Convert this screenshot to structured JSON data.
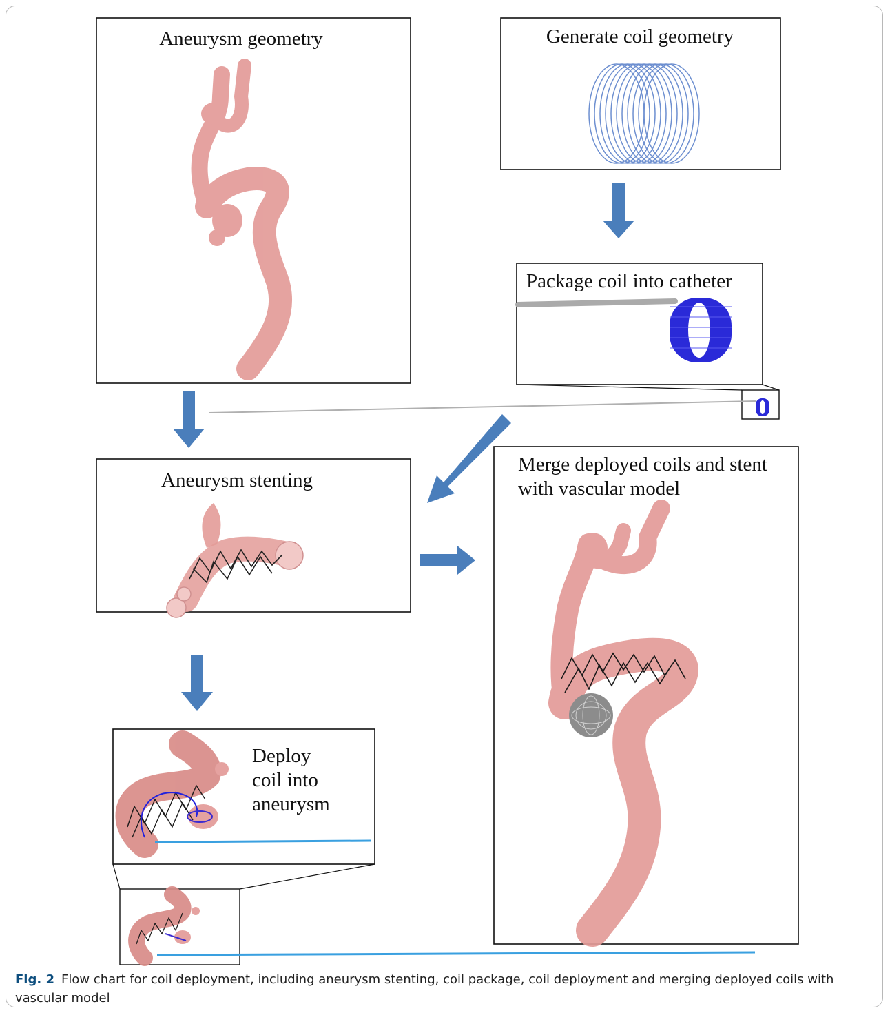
{
  "panels": {
    "aneurysm_geometry": "Aneurysm geometry",
    "generate_coil": "Generate coil geometry",
    "package_coil": "Package coil  into catheter",
    "aneurysm_stenting": "Aneurysm stenting",
    "merge_line1": "Merge deployed coils and stent",
    "merge_line2": "with vascular model",
    "deploy_line1": "Deploy",
    "deploy_line2": "coil into",
    "deploy_line3": "aneurysm"
  },
  "caption": {
    "label": "Fig. 2",
    "text": "Flow chart for coil deployment, including aneurysm stenting, coil package, coil deployment and merging deployed coils with vascular model"
  },
  "colors": {
    "arrow": "#4a7ebb",
    "vessel": "#e39b98",
    "coil_blue": "#2222dd",
    "coil_light": "#6d8fd0",
    "catheter": "#3aa0e0",
    "caption_label": "#0d4e7e"
  }
}
